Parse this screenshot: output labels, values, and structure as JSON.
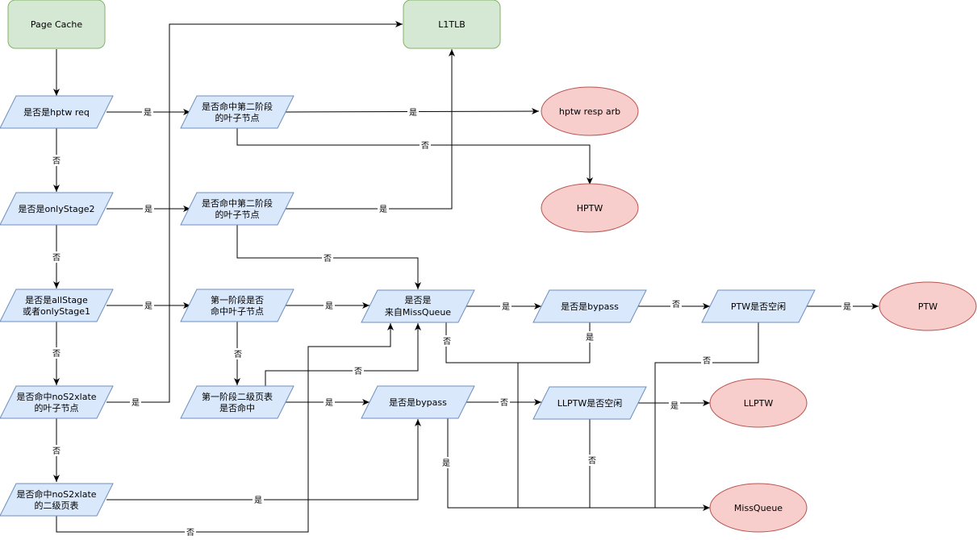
{
  "colors": {
    "green_fill": "#d5e8d4",
    "green_stroke": "#82b366",
    "blue_fill": "#dae8fc",
    "blue_stroke": "#6c8ebf",
    "red_fill": "#f8cecc",
    "red_stroke": "#b85450",
    "line": "#000000"
  },
  "nodes": {
    "page_cache": {
      "lines": [
        "Page Cache"
      ]
    },
    "l1tlb": {
      "lines": [
        "L1TLB"
      ]
    },
    "is_hptw_req": {
      "lines": [
        "是否是hptw req"
      ]
    },
    "hit_stage2_leaf_1": {
      "lines": [
        "是否命中第二阶段",
        "的叶子节点"
      ]
    },
    "hptw_resp_arb": {
      "lines": [
        "hptw resp arb"
      ]
    },
    "hptw": {
      "lines": [
        "HPTW"
      ]
    },
    "is_only_stage2": {
      "lines": [
        "是否是onlyStage2"
      ]
    },
    "hit_stage2_leaf_2": {
      "lines": [
        "是否命中第二阶段",
        "的叶子节点"
      ]
    },
    "is_all_or_stage1": {
      "lines": [
        "是否是allStage",
        "或者onlyStage1"
      ]
    },
    "stage1_hit_leaf": {
      "lines": [
        "第一阶段是否",
        "命中叶子节点"
      ]
    },
    "from_missqueue": {
      "lines": [
        "是否是",
        "来自MissQueue"
      ]
    },
    "is_bypass_1": {
      "lines": [
        "是否是bypass"
      ]
    },
    "ptw_idle": {
      "lines": [
        "PTW是否空闲"
      ]
    },
    "ptw": {
      "lines": [
        "PTW"
      ]
    },
    "hit_nos2_leaf": {
      "lines": [
        "是否命中noS2xlate",
        "的叶子节点"
      ]
    },
    "stage1_l2_hit": {
      "lines": [
        "第一阶段二级页表",
        "是否命中"
      ]
    },
    "is_bypass_2": {
      "lines": [
        "是否是bypass"
      ]
    },
    "llptw_idle": {
      "lines": [
        "LLPTW是否空闲"
      ]
    },
    "llptw": {
      "lines": [
        "LLPTW"
      ]
    },
    "hit_nos2_l2": {
      "lines": [
        "是否命中noS2xlate",
        "的二级页表"
      ]
    },
    "missqueue": {
      "lines": [
        "MissQueue"
      ]
    }
  },
  "edge_labels": {
    "yes": "是",
    "no": "否"
  }
}
